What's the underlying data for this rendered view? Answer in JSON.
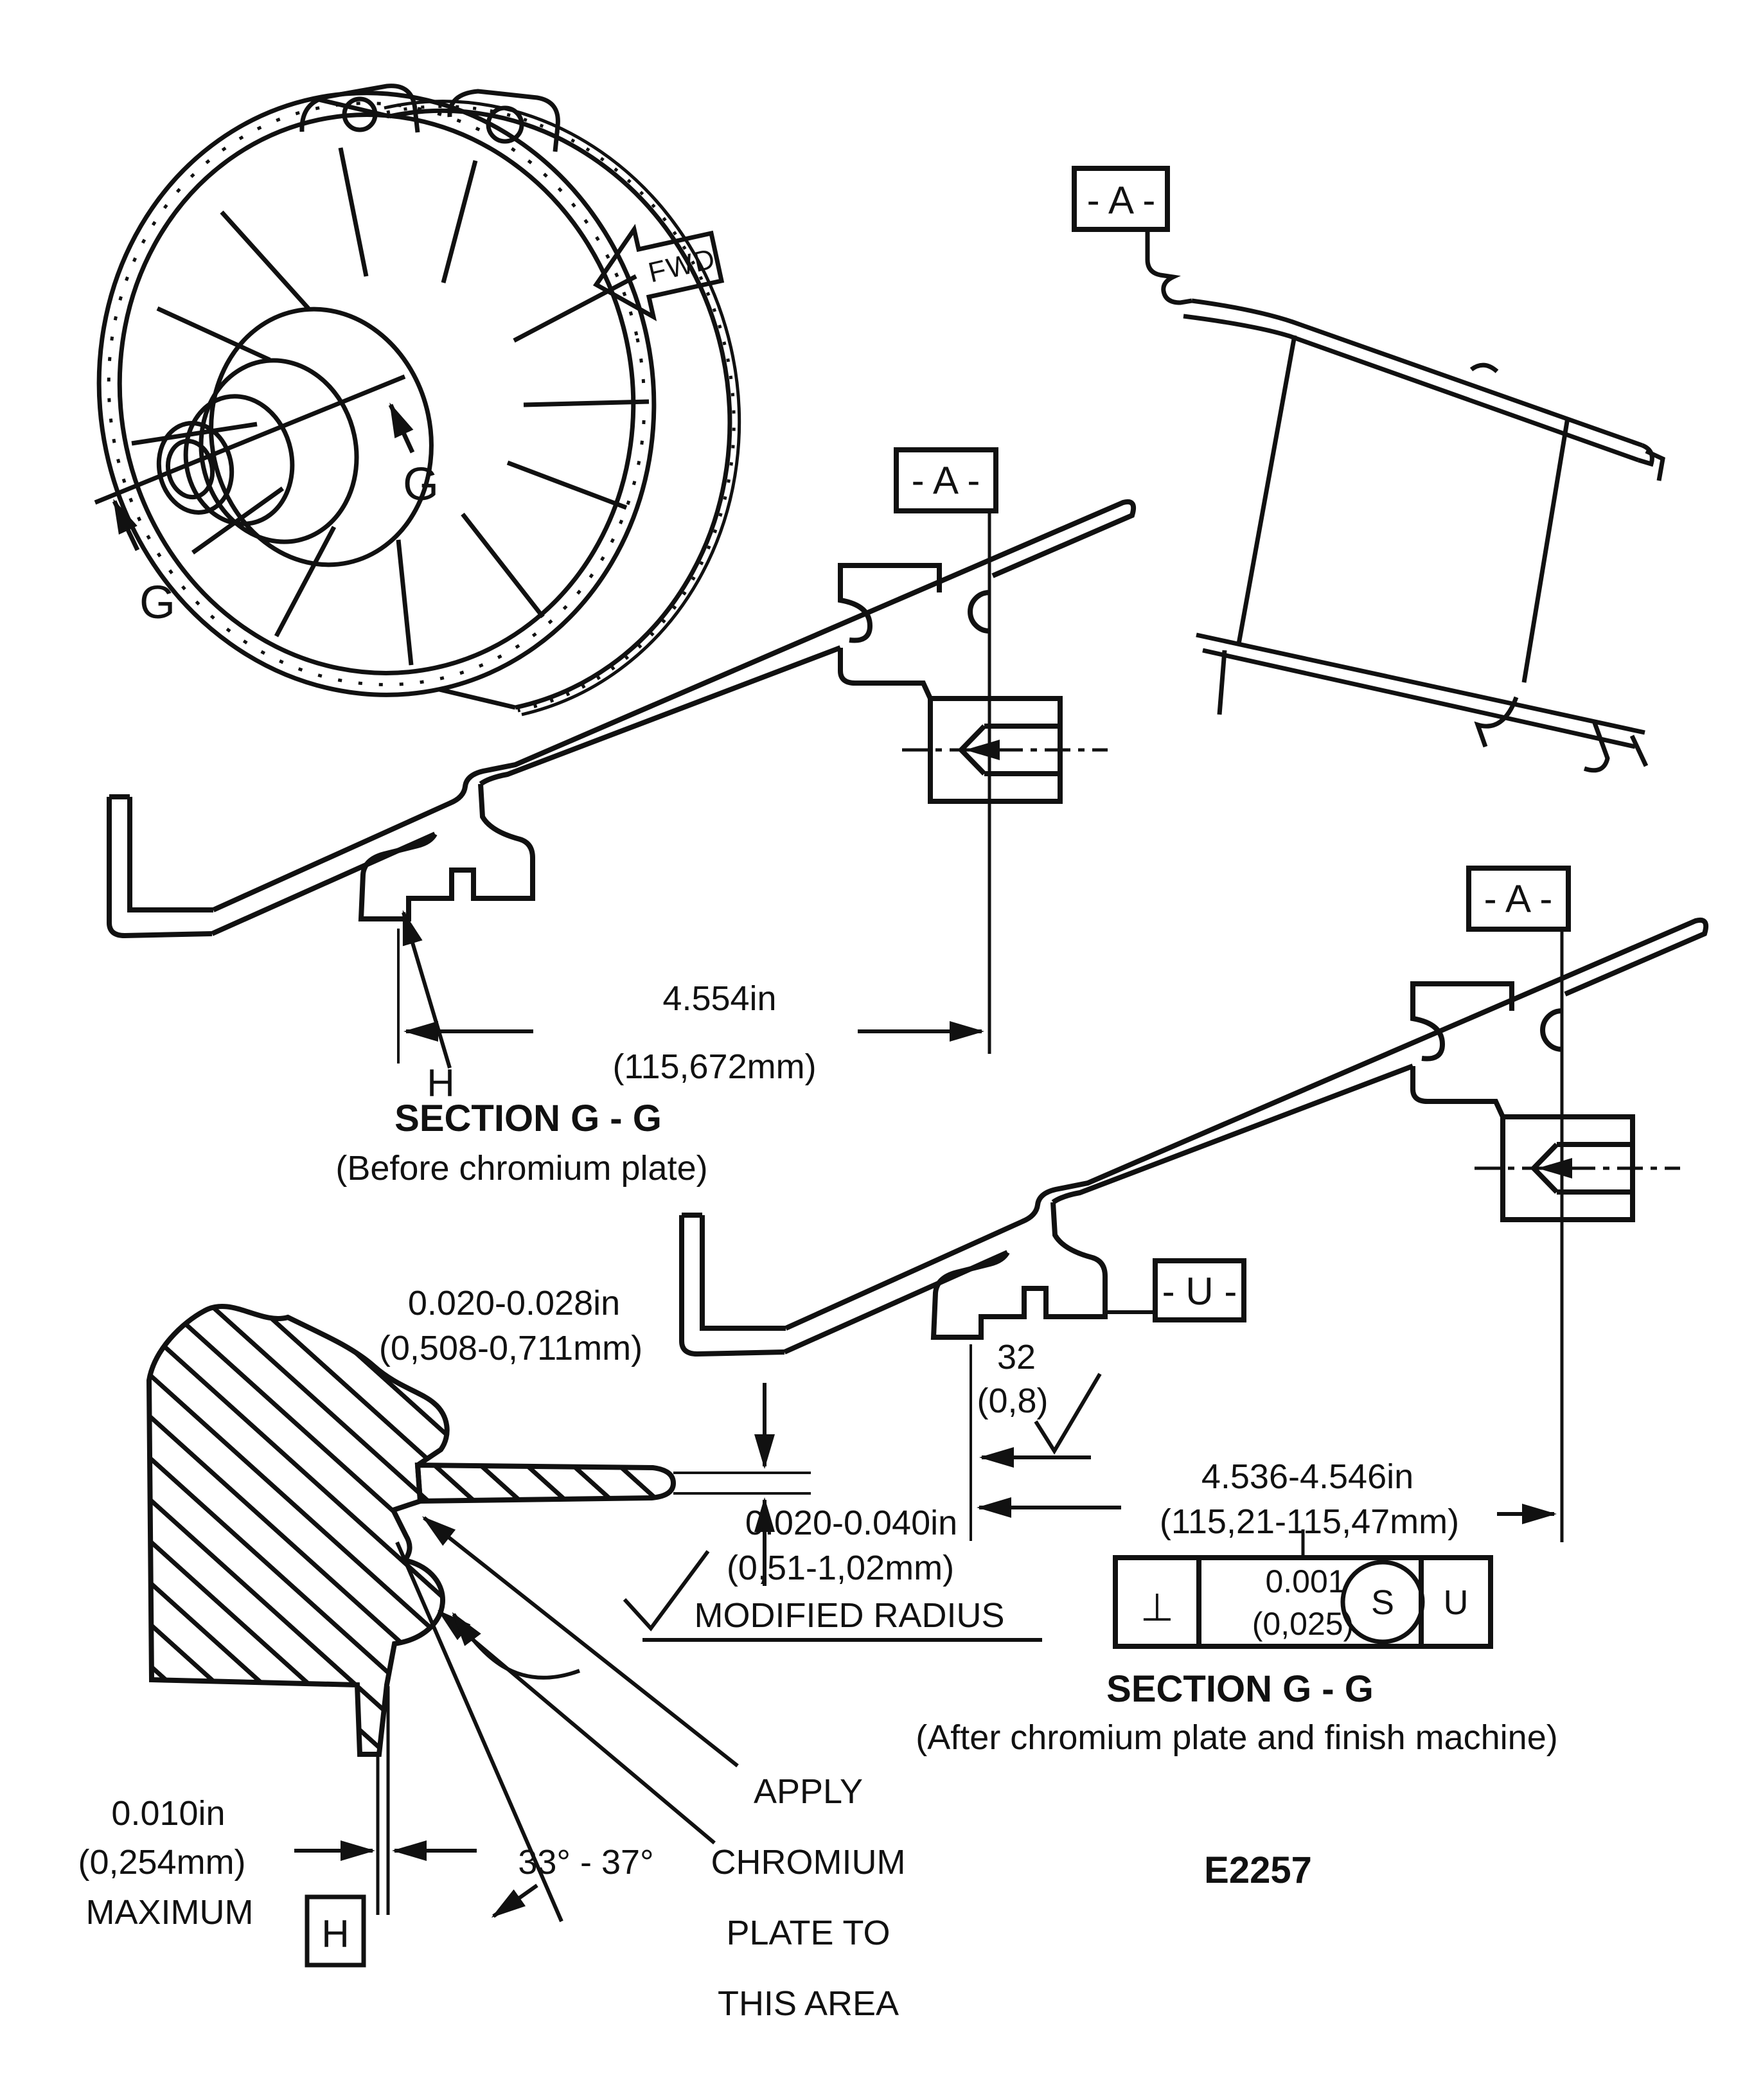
{
  "figure": {
    "id_code": "E2257",
    "orientation_label": "FWD",
    "datum_labels": {
      "a": "- A -",
      "u": "- U -"
    },
    "section_cut": {
      "label_left": "G",
      "label_right": "G"
    },
    "leader_h": "H",
    "boxed_h": "H",
    "section_before": {
      "title": "SECTION G - G",
      "subtitle": "(Before chromium plate)",
      "width_in": "4.554in",
      "width_mm": "(115,672mm)"
    },
    "section_after": {
      "title": "SECTION G - G",
      "subtitle": "(After chromium plate and finish machine)",
      "width_in": "4.536-4.546in",
      "width_mm": "(115,21-115,47mm)",
      "surface_finish": {
        "value": "32",
        "value_mm": "(0,8)"
      },
      "feature_control_frame": {
        "characteristic": "⊥",
        "tolerance_in": "0.001",
        "tolerance_mm": "(0,025)",
        "modifier": "S",
        "datum": "U"
      }
    },
    "plating_detail": {
      "thickness_in": "0.020-0.028in",
      "thickness_mm": "(0,508-0,711mm)",
      "radius_in": "0.020-0.040in",
      "radius_mm": "(0,51-1,02mm)",
      "radius_note": "MODIFIED RADIUS",
      "runout_in": "0.010in",
      "runout_mm": "(0,254mm)",
      "runout_note": "MAXIMUM",
      "angle_range": "33° - 37°",
      "apply_note_lines": {
        "l1": "APPLY",
        "l2": "CHROMIUM",
        "l3": "PLATE TO",
        "l4": "THIS AREA"
      }
    }
  }
}
